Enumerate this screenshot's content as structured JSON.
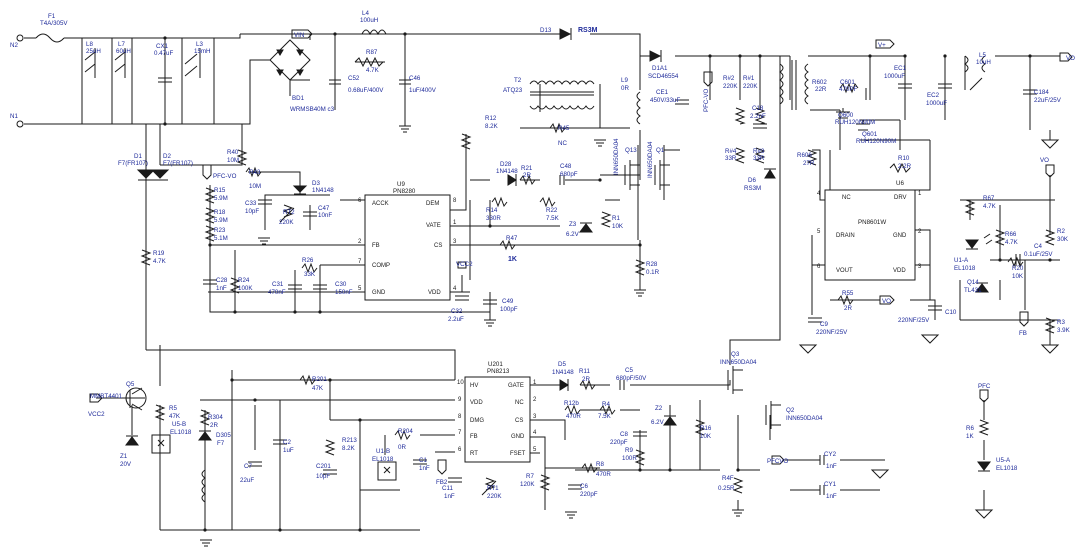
{
  "connectors": {
    "n2": "N2",
    "n1": "N1",
    "vin": "VIN",
    "vplus": "V+",
    "vo_top": "VO",
    "vo_mid": "VO",
    "vo_ref": "VO",
    "vcc2_a": "VCC2",
    "vcc2_b": "VCC2",
    "pfc_vo_a": "PFC-VO",
    "pfc_vo_b": "PFC-VO",
    "pfc_vo_c": "PFCVO",
    "pfc": "PFC",
    "fb2": "FB2",
    "fb": "FB"
  },
  "components": [
    {
      "ref": "F1",
      "value": "T4A/305V"
    },
    {
      "ref": "L8",
      "value": "25uH"
    },
    {
      "ref": "L7",
      "value": "60uH"
    },
    {
      "ref": "CX1",
      "value": "0.47uF"
    },
    {
      "ref": "L3",
      "value": "15mH"
    },
    {
      "ref": "BD1",
      "value": "WRMSB40M c3"
    },
    {
      "ref": "L4",
      "value": "100uH"
    },
    {
      "ref": "R87",
      "value": "4.7K"
    },
    {
      "ref": "C52",
      "value": "0.68uF/400V"
    },
    {
      "ref": "C46",
      "value": "1uF/400V"
    },
    {
      "ref": "D13",
      "value": "RS3M"
    },
    {
      "ref": "T2",
      "value": "ATQ23"
    },
    {
      "ref": "D1A1",
      "value": "SCD46554"
    },
    {
      "ref": "L9",
      "value": "0R"
    },
    {
      "ref": "CE1",
      "value": "450V/33uF"
    },
    {
      "ref": "R#2",
      "value": "220K"
    },
    {
      "ref": "R#1",
      "value": "220K"
    },
    {
      "ref": "C18",
      "value": "2.2nF"
    },
    {
      "ref": "R#4",
      "value": "33R"
    },
    {
      "ref": "R#3",
      "value": "33R"
    },
    {
      "ref": "D6",
      "value": "RS3M"
    },
    {
      "ref": "R602",
      "value": "22R"
    },
    {
      "ref": "C601",
      "value": "470PF"
    },
    {
      "ref": "EC1",
      "value": "1000uF"
    },
    {
      "ref": "EC2",
      "value": "1000uF"
    },
    {
      "ref": "L5",
      "value": "10uH"
    },
    {
      "ref": "C184",
      "value": "22uF/25V"
    },
    {
      "ref": "Q600",
      "value": "RUH120N90M"
    },
    {
      "ref": "Q601",
      "value": "RUH120N90M"
    },
    {
      "ref": "R606",
      "value": "27R"
    },
    {
      "ref": "R10",
      "value": "2.2R"
    },
    {
      "ref": "R12",
      "value": "8.2K"
    },
    {
      "ref": "R45",
      "value": "NC"
    },
    {
      "ref": "D1",
      "value": "F7(FR107)"
    },
    {
      "ref": "D2",
      "value": "F7(FR107)"
    },
    {
      "ref": "R40",
      "value": "10M"
    },
    {
      "ref": "R43",
      "value": "10M"
    },
    {
      "ref": "D3",
      "value": "1N4148"
    },
    {
      "ref": "C33",
      "value": "10pF"
    },
    {
      "ref": "C47",
      "value": "10nF"
    },
    {
      "ref": "RT2",
      "value": "220K"
    },
    {
      "ref": "R15",
      "value": "5.9M"
    },
    {
      "ref": "R18",
      "value": "5.9M"
    },
    {
      "ref": "R23",
      "value": "5.1M"
    },
    {
      "ref": "R19",
      "value": "4.7K"
    },
    {
      "ref": "C28",
      "value": "1nF"
    },
    {
      "ref": "R24",
      "value": "100K"
    },
    {
      "ref": "C31",
      "value": "470nF"
    },
    {
      "ref": "R26",
      "value": "33K"
    },
    {
      "ref": "C30",
      "value": "150nF"
    },
    {
      "ref": "D28",
      "value": "1N4148"
    },
    {
      "ref": "R21",
      "value": "2R"
    },
    {
      "ref": "C48",
      "value": "680pF"
    },
    {
      "ref": "R14",
      "value": "330R"
    },
    {
      "ref": "R22",
      "value": "7.5K"
    },
    {
      "ref": "Z3",
      "value": "6.2V"
    },
    {
      "ref": "R1",
      "value": "10K"
    },
    {
      "ref": "Q13",
      "value": "INN650DA04"
    },
    {
      "ref": "Q1",
      "value": "INN650DA04"
    },
    {
      "ref": "R47",
      "value": "1K"
    },
    {
      "ref": "R28",
      "value": "0.1R"
    },
    {
      "ref": "C32",
      "value": "2.2uF"
    },
    {
      "ref": "C49",
      "value": "100pF"
    },
    {
      "ref": "R67",
      "value": "4.7K"
    },
    {
      "ref": "R66",
      "value": "4.7K"
    },
    {
      "ref": "R2",
      "value": "30K"
    },
    {
      "ref": "C4",
      "value": "0.1uF/25V"
    },
    {
      "ref": "R20",
      "value": "10K"
    },
    {
      "ref": "U1-A",
      "value": "EL1018"
    },
    {
      "ref": "Q14",
      "value": "TL431"
    },
    {
      "ref": "R3",
      "value": "3.9K"
    },
    {
      "ref": "R55",
      "value": "2R"
    },
    {
      "ref": "C9",
      "value": "220NF/25V"
    },
    {
      "ref": "C10",
      "value": "220NF/25V"
    },
    {
      "ref": "Q5",
      "value": "MMBT4401"
    },
    {
      "ref": "R5",
      "value": "47K"
    },
    {
      "ref": "U5-B",
      "value": "EL1018"
    },
    {
      "ref": "Z1",
      "value": "20V"
    },
    {
      "ref": "R304",
      "value": "2R"
    },
    {
      "ref": "D305",
      "value": "F7"
    },
    {
      "ref": "R201",
      "value": "47K"
    },
    {
      "ref": "C2",
      "value": "1uF"
    },
    {
      "ref": "C7",
      "value": "22uF"
    },
    {
      "ref": "R213",
      "value": "8.2K"
    },
    {
      "ref": "C201",
      "value": "10pF"
    },
    {
      "ref": "R204",
      "value": "0R"
    },
    {
      "ref": "U1-B",
      "value": "EL1018"
    },
    {
      "ref": "C1",
      "value": "1nF"
    },
    {
      "ref": "C11",
      "value": "1nF"
    },
    {
      "ref": "RT1",
      "value": "220K"
    },
    {
      "ref": "D5",
      "value": "1N4148"
    },
    {
      "ref": "R11",
      "value": "2R"
    },
    {
      "ref": "C5",
      "value": "680pF/50V"
    },
    {
      "ref": "R12b",
      "value": "470R"
    },
    {
      "ref": "R4",
      "value": "7.5K"
    },
    {
      "ref": "C8",
      "value": "220pF"
    },
    {
      "ref": "R9",
      "value": "100R"
    },
    {
      "ref": "Z2",
      "value": "6.2V"
    },
    {
      "ref": "R16",
      "value": "10K"
    },
    {
      "ref": "R7",
      "value": "120K"
    },
    {
      "ref": "R8",
      "value": "470R"
    },
    {
      "ref": "C6",
      "value": "220pF"
    },
    {
      "ref": "Q3",
      "value": "INN650DA04"
    },
    {
      "ref": "Q2",
      "value": "INN650DA04"
    },
    {
      "ref": "R4F",
      "value": "0.25R"
    },
    {
      "ref": "CY2",
      "value": "1nF"
    },
    {
      "ref": "CY1",
      "value": "1nF"
    },
    {
      "ref": "R6",
      "value": "1K"
    },
    {
      "ref": "U5-A",
      "value": "EL1018"
    }
  ],
  "ic_u9": {
    "ref": "U9",
    "part": "PN8280",
    "pins": [
      {
        "num": "1",
        "name": "VATE"
      },
      {
        "num": "2",
        "name": "FB"
      },
      {
        "num": "3",
        "name": "CS"
      },
      {
        "num": "4",
        "name": "VDD"
      },
      {
        "num": "5",
        "name": "GND"
      },
      {
        "num": "6",
        "name": "ACCK"
      },
      {
        "num": "7",
        "name": "COMP"
      },
      {
        "num": "8",
        "name": "DEM"
      }
    ]
  },
  "ic_u6": {
    "ref": "U6",
    "part": "PN8601W",
    "pins": [
      {
        "num": "1",
        "name": "DRV"
      },
      {
        "num": "2",
        "name": "GND"
      },
      {
        "num": "3",
        "name": "VDD"
      },
      {
        "num": "4",
        "name": "NC"
      },
      {
        "num": "5",
        "name": "DRAIN"
      },
      {
        "num": "6",
        "name": "VOUT"
      }
    ]
  },
  "ic_u201": {
    "ref": "U201",
    "part": "PN8213",
    "pins": [
      {
        "num": "10",
        "name": "HV"
      },
      {
        "num": "9",
        "name": "VDD"
      },
      {
        "num": "8",
        "name": "DMG"
      },
      {
        "num": "7",
        "name": "FB"
      },
      {
        "num": "6",
        "name": "RT"
      },
      {
        "num": "1",
        "name": "GATE"
      },
      {
        "num": "2",
        "name": "NC"
      },
      {
        "num": "3",
        "name": "CS"
      },
      {
        "num": "4",
        "name": "GND"
      },
      {
        "num": "5",
        "name": "FSET"
      }
    ]
  },
  "colors": {
    "wire": "#1a1a1a",
    "label": "#1e2a9a",
    "background": "#ffffff"
  }
}
